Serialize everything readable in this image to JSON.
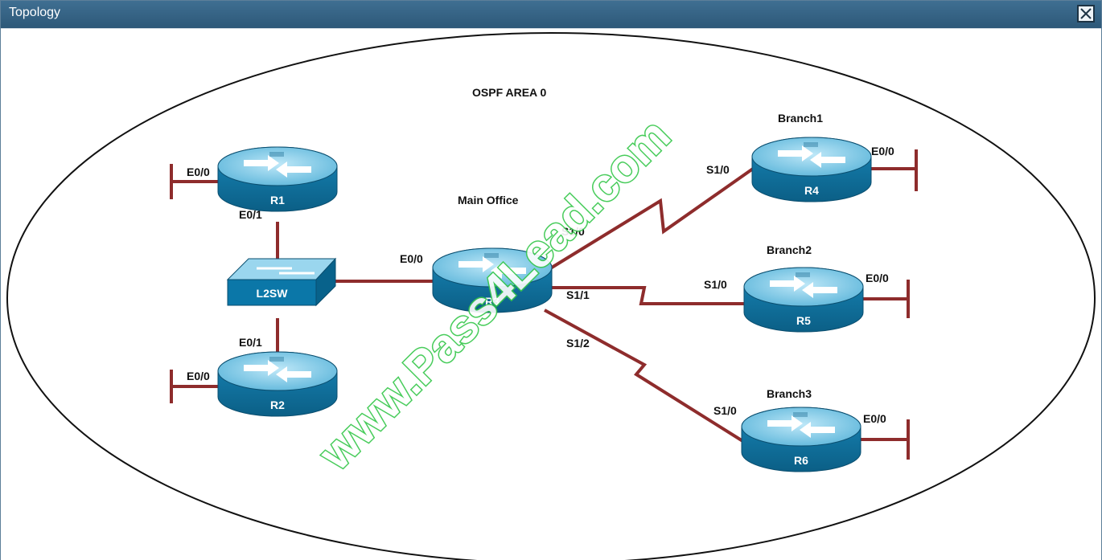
{
  "window": {
    "title": "Topology",
    "close_icon": "close-x-icon"
  },
  "diagram": {
    "area": "OSPF AREA 0",
    "main_office": "Main Office",
    "branches": {
      "b1": "Branch1",
      "b2": "Branch2",
      "b3": "Branch3"
    },
    "devices": {
      "r1": "R1",
      "r2": "R2",
      "r3": "R3",
      "r4": "R4",
      "r5": "R5",
      "r6": "R6",
      "sw": "L2SW"
    },
    "interfaces": {
      "r1_e00": "E0/0",
      "r1_e01": "E0/1",
      "r2_e01": "E0/1",
      "r2_e00": "E0/0",
      "r3_e00": "E0/0",
      "r3_s10": "S1/0",
      "r3_s11": "S1/1",
      "r3_s12": "S1/2",
      "r4_s10": "S1/0",
      "r4_e00": "E0/0",
      "r5_s10": "S1/0",
      "r5_e00": "E0/0",
      "r6_s10": "S1/0",
      "r6_e00": "E0/0"
    },
    "watermark": "www.Pass4Lead.com",
    "colors": {
      "link": "#8e2c2c",
      "router_top": "#74c7e6",
      "router_body": "#0d79a9",
      "watermark": "#35c74a"
    }
  }
}
